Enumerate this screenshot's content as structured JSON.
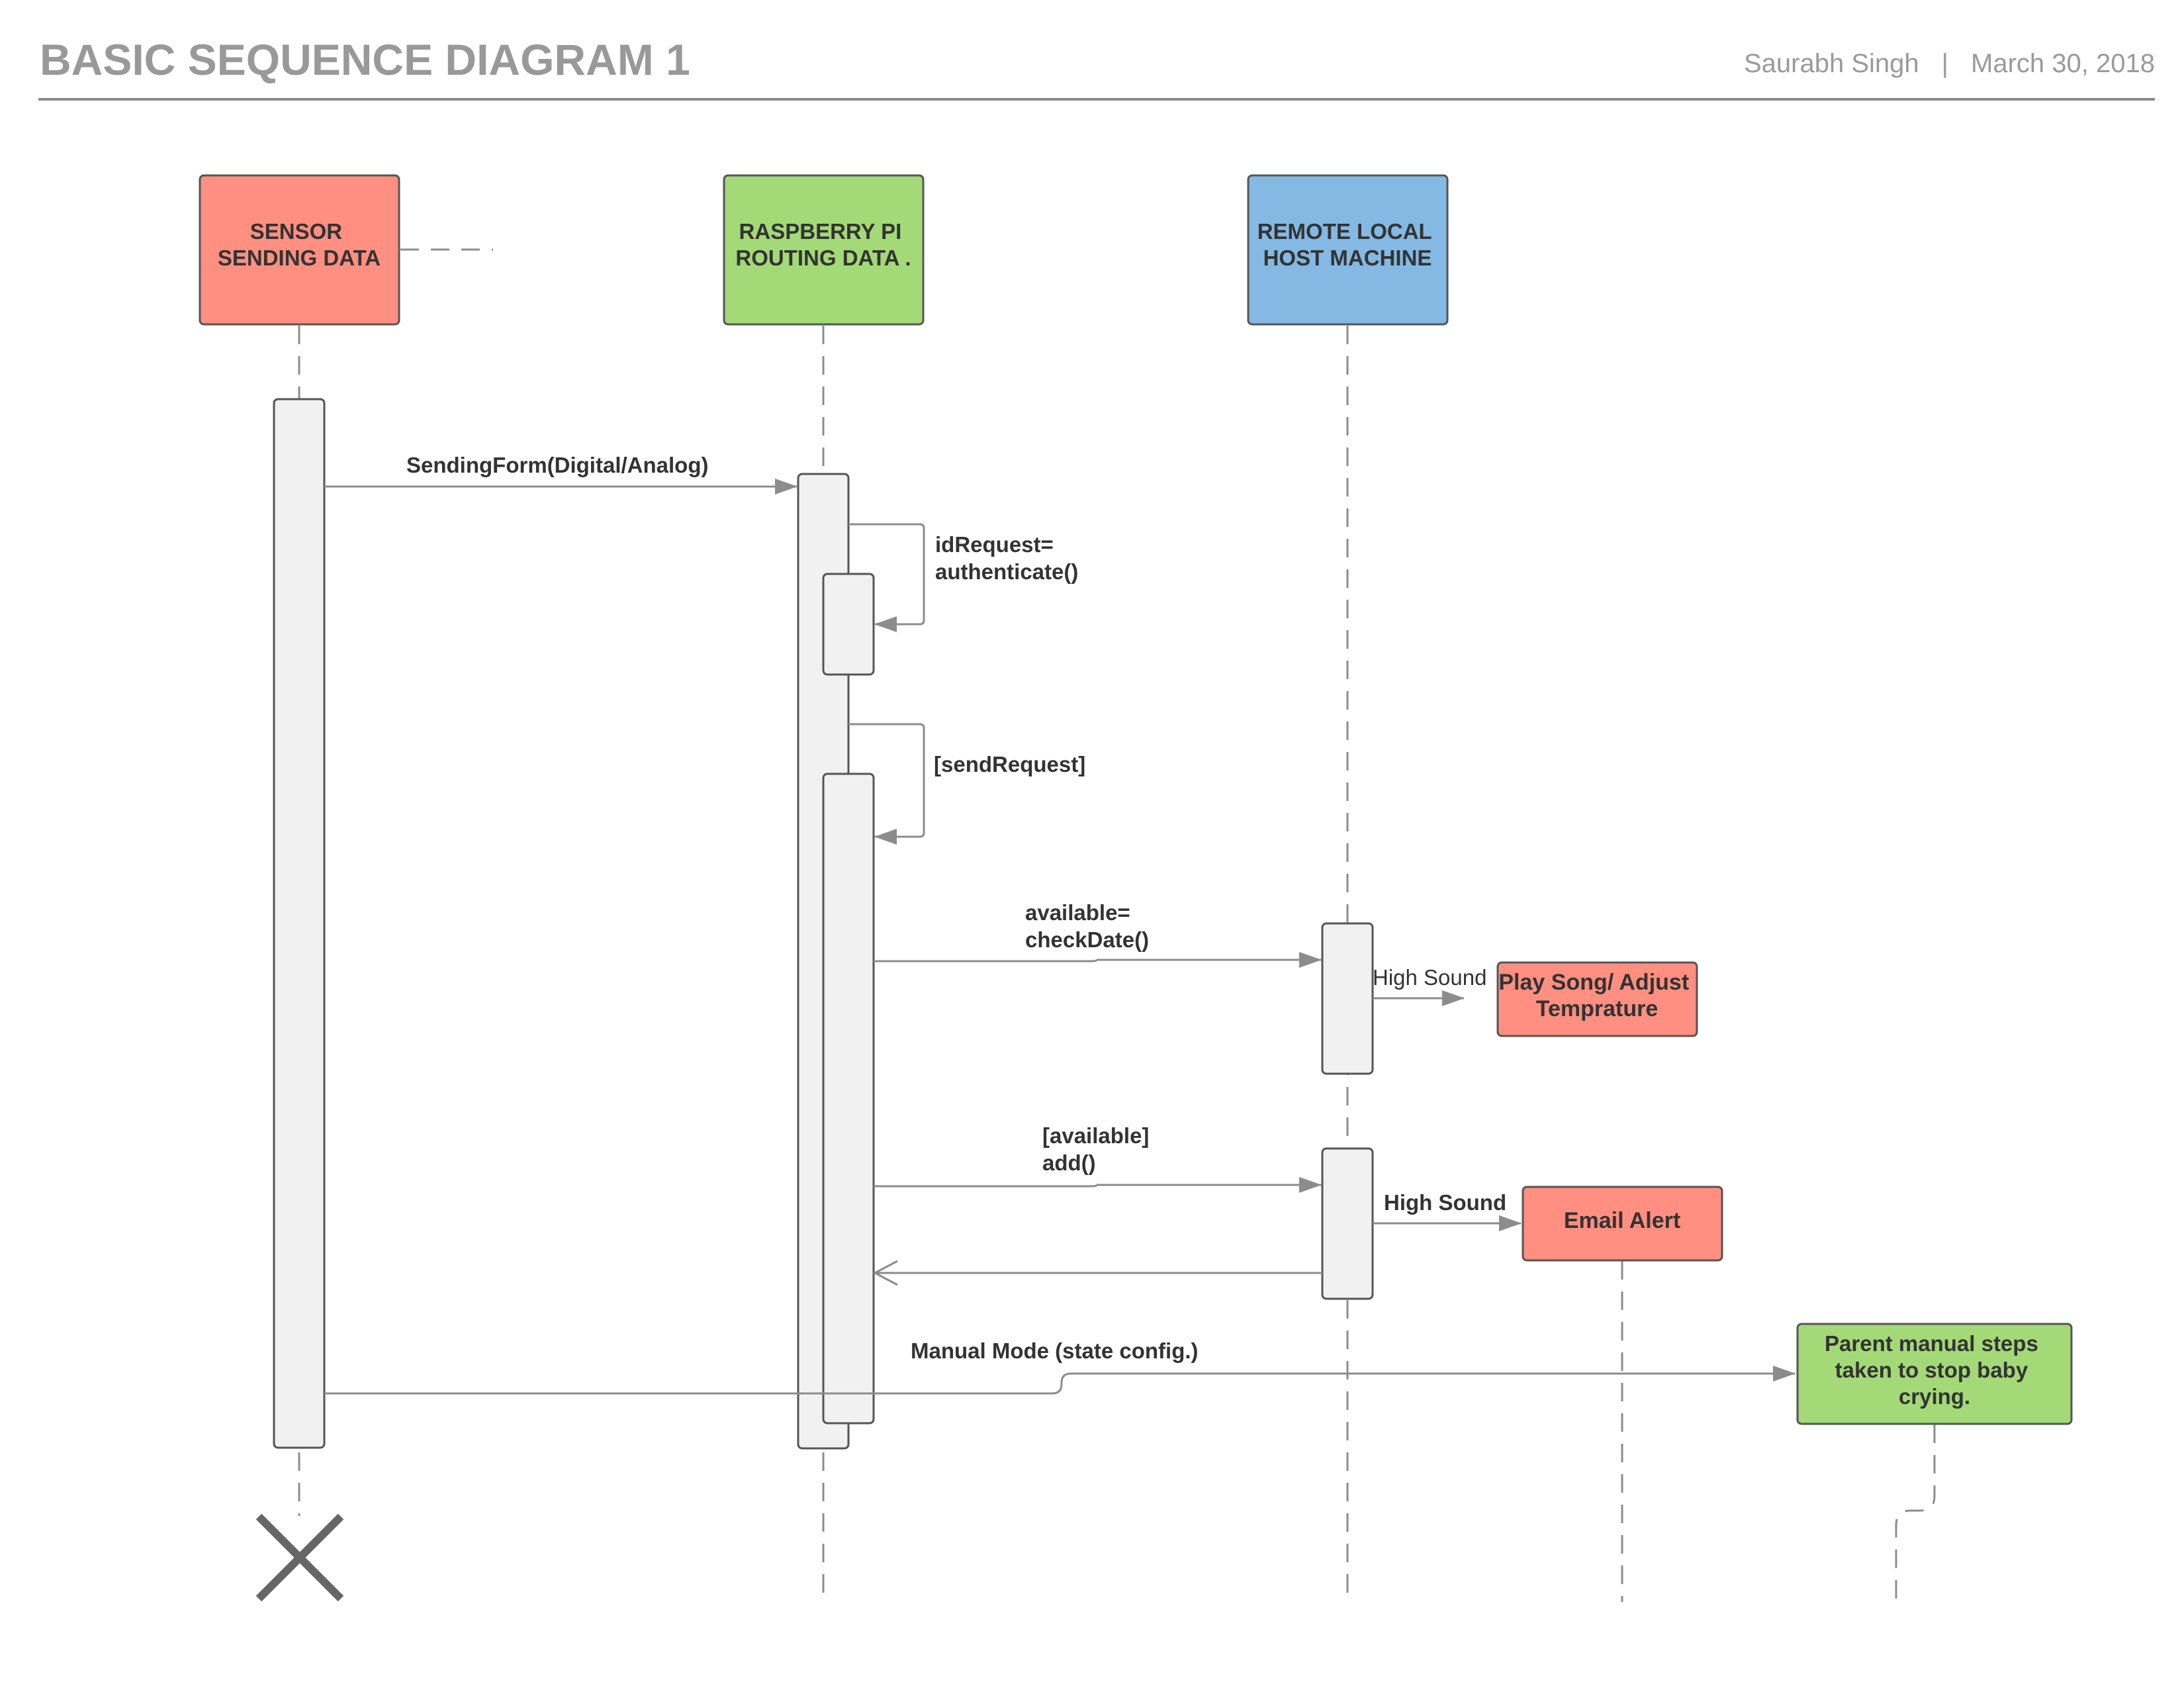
{
  "header": {
    "title": "BASIC SEQUENCE DIAGRAM 1",
    "author": "Saurabh Singh",
    "separator": "|",
    "date": "March 30, 2018"
  },
  "participants": [
    {
      "id": "sensor",
      "lines": [
        "SENSOR",
        "SENDING DATA"
      ],
      "color": "#ff8f80"
    },
    {
      "id": "raspberry",
      "lines": [
        "RASPBERRY PI",
        "ROUTING  DATA ."
      ],
      "color": "#a3d977"
    },
    {
      "id": "remote",
      "lines": [
        "REMOTE  LOCAL",
        "HOST MACHINE"
      ],
      "color": "#83b9e3"
    }
  ],
  "messages": [
    {
      "id": "sending-form",
      "lines": [
        "SendingForm(Digital/Analog)"
      ]
    },
    {
      "id": "id-request",
      "lines": [
        "idRequest=",
        "authenticate()"
      ]
    },
    {
      "id": "send-request",
      "lines": [
        "[sendRequest]"
      ]
    },
    {
      "id": "check-date",
      "lines": [
        "available=",
        "checkDate()"
      ]
    },
    {
      "id": "high-sound-1",
      "lines": [
        "High Sound"
      ]
    },
    {
      "id": "add",
      "lines": [
        "[available]",
        "add()"
      ]
    },
    {
      "id": "high-sound-2",
      "lines": [
        "High Sound"
      ]
    },
    {
      "id": "manual-mode",
      "lines": [
        "Manual Mode (state config.)"
      ]
    }
  ],
  "outcomes": [
    {
      "id": "play-song",
      "lines": [
        "Play Song/ Adjust",
        "Temprature"
      ],
      "color": "#ff8f80"
    },
    {
      "id": "email-alert",
      "lines": [
        "Email Alert"
      ],
      "color": "#ff8f80"
    },
    {
      "id": "parent-steps",
      "lines": [
        "Parent manual steps",
        "taken to stop baby",
        "crying."
      ],
      "color": "#a3d977"
    }
  ],
  "colors": {
    "line": "#8c8c8c",
    "box_stroke": "#555555",
    "activation_fill": "#f1f1f1",
    "destroy": "#666666"
  }
}
